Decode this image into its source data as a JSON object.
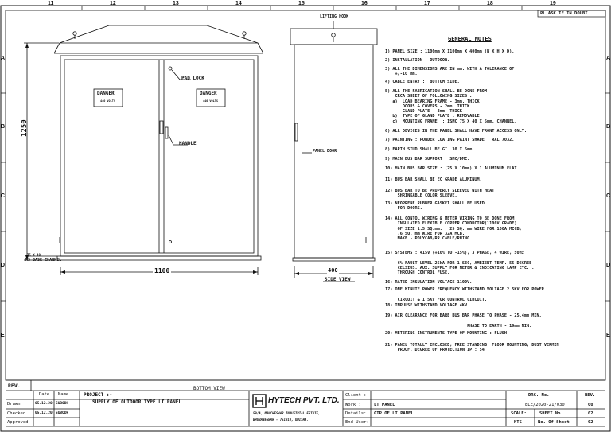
{
  "grid": {
    "columns": [
      "11",
      "12",
      "13",
      "14",
      "15",
      "16",
      "17",
      "18",
      "19"
    ],
    "rows": [
      "A",
      "B",
      "C",
      "D",
      "E"
    ]
  },
  "stamp": "PL ASK IF IN DOUBT",
  "front_view": {
    "height_dim": "1250",
    "width_dim": "1100",
    "label_left": "DANGER",
    "label_left_sub": "440 VOLTS",
    "label_right": "DANGER",
    "label_right_sub": "440 VOLTS",
    "callout_padlock": "PAD LOCK",
    "callout_handle": "HANDLE",
    "ms_base_label": "MS BASE CHANNEL",
    "ms_base_dim": "75 X 40"
  },
  "side_view": {
    "lifting_hook": "LIFTING HOOK",
    "panel_door": "PANEL DOOR",
    "depth_dim": "400",
    "title": "SIDE VIEW"
  },
  "bottom_view_title": "BOTTOM VIEW",
  "notes": {
    "title": "GENERAL NOTES",
    "items": [
      "1) PANEL SIZE : 1100mm X 1100mm X 400mm (W X H X D).",
      "2) INSTALLATION : OUTDOOR.",
      "3) ALL THE DIMENSIONS ARE IN mm. WITH A TOLERANCE OF\n    +/-10 mm.",
      "4) CABLE ENTRY :  BOTTOM SIDE.",
      "5) ALL THE FABRICATION SHALL BE DONE FROM\n    CRCA SHEET OF FOLLOWING SIZES :\n   a)  LOAD BEARING FRAME - 3mm. THICK\n       DOORS & COVERS - 2mm. THICK\n       GLAND PLATE - 3mm. THICK\n   b)  TYPE OF GLAND PLATE : REMOVABLE\n   c)  MOUNTING FRAME  : ISMC 75 X 40 X 5mm. CHANNEL.",
      "6) ALL DEVICES IN THE PANEL SHALL HAVE FRONT ACCESS ONLY.",
      "7) PAINTING : POWDER COATING PAINT SHADE : RAL 7032.",
      "8) EARTH STUD SHALL BE GI. 30 X 5mm.",
      "9) MAIN BUS BAR SUPPORT : SMC/DMC.",
      "10) MAIN BUS BAR SIZE : (25 X 10mm) X 1 ALUMINUM FLAT.",
      "11) BUS BAR SHALL BE EC GRADE ALUMINUM.",
      "12) BUS BAR TO BE PROPERLY SLEEVED WITH HEAT\n     SHRINKABLE COLOR SLEEVE.",
      "13) NEOPRENE RUBBER GASKET SHALL BE USED\n     FOR DOORS.",
      "14) ALL CONTOL WIRING & METER WIRING TO BE DONE FROM\n     INSULATED FLEXIBLE COPPER CONDUCTOR(1100V GRADE)\n     OF SIZE 1.5 SQ.mm. , 25 SQ. mm WIRE FOR 100A MCCB,\n     ,6 SQ. mm WIRE FOR 32A MCB.\n     MAKE - POLYCAB/RR CABLE/RHINO .",
      "15) SYSTEMS : 415V (+10% TO -15%), 3 PHASE, 4 WIRE, 50Hz\n\n     6% FAULT LEVEL 25kA FOR 1 SEC, AMBIENT TEMP. 55 DEGREE\n     CELSIUS. AUX. SUPPLY FOR METER & INDICATING LAMP ETC. :\n     THROUGH CONTROL FUSE.",
      "16) RATED INSULATION VOLTAGE 1100V.",
      "17) ONE MINUTE POWER FREQUENCY WITHSTAND VOLTAGE 2.5KV FOR POWER\n\n     CIRCUIT & 1.5KV FOR CONTROL CIRCUIT.",
      "18) IMPULSE WITHSTAND VOLTAGE 4KV.",
      "19) AIR CLEARANCE FOR BARE BUS BAR PHASE TO PHASE - 25.4mm MIN.\n\n                                 PHASE TO EARTH - 19mm MIN.",
      "20) METERING INSTRUMENTS TYPE OF MOUNTING : FLUSH.",
      "21) PANEL TOTALLY ENCLOSED, FREE STANDING, FLOOR MOUNTING, DUST VERMIN\n     PROOF. DEGREE OF PROTECTION IP : 54"
    ]
  },
  "title_block": {
    "rev_label": "REV.",
    "h_date": "Date",
    "h_name": "Name",
    "drawn": "Drawn",
    "checked": "Checked",
    "approved": "Approved",
    "drawn_date": "05.12.20",
    "drawn_name": "SUBODH",
    "checked_date": "05.12.20",
    "checked_name": "SUBODH",
    "project_label": "PROJECT :-",
    "project_value": "SUPPLY OF OUTDOOR TYPE LT PANEL",
    "company": "HYTECH PVT. LTD.",
    "address1": "59/A, MANCHESWAR INDUSTRIAL ESTATE,",
    "address2": "BHUBANESWAR - 751010, ODISHA.",
    "client_label": "Client :",
    "work_label": "Work :",
    "work_value": "LT PANEL",
    "details_label": "Details:",
    "details_value": "GTP OF LT PANEL",
    "enduser_label": "End User:",
    "drg_no_label": "DRG. No.",
    "drg_no_value": "ELE/2020-21/030",
    "rev_head": "REV.",
    "rev_value": "00",
    "scale_label": "SCALE:",
    "scale_value": "NTS",
    "sheet_no_label": "SHEET No.",
    "sheet_no_value": "02",
    "no_of_sheet_label": "No. Of Sheet",
    "no_of_sheet_value": "02"
  }
}
